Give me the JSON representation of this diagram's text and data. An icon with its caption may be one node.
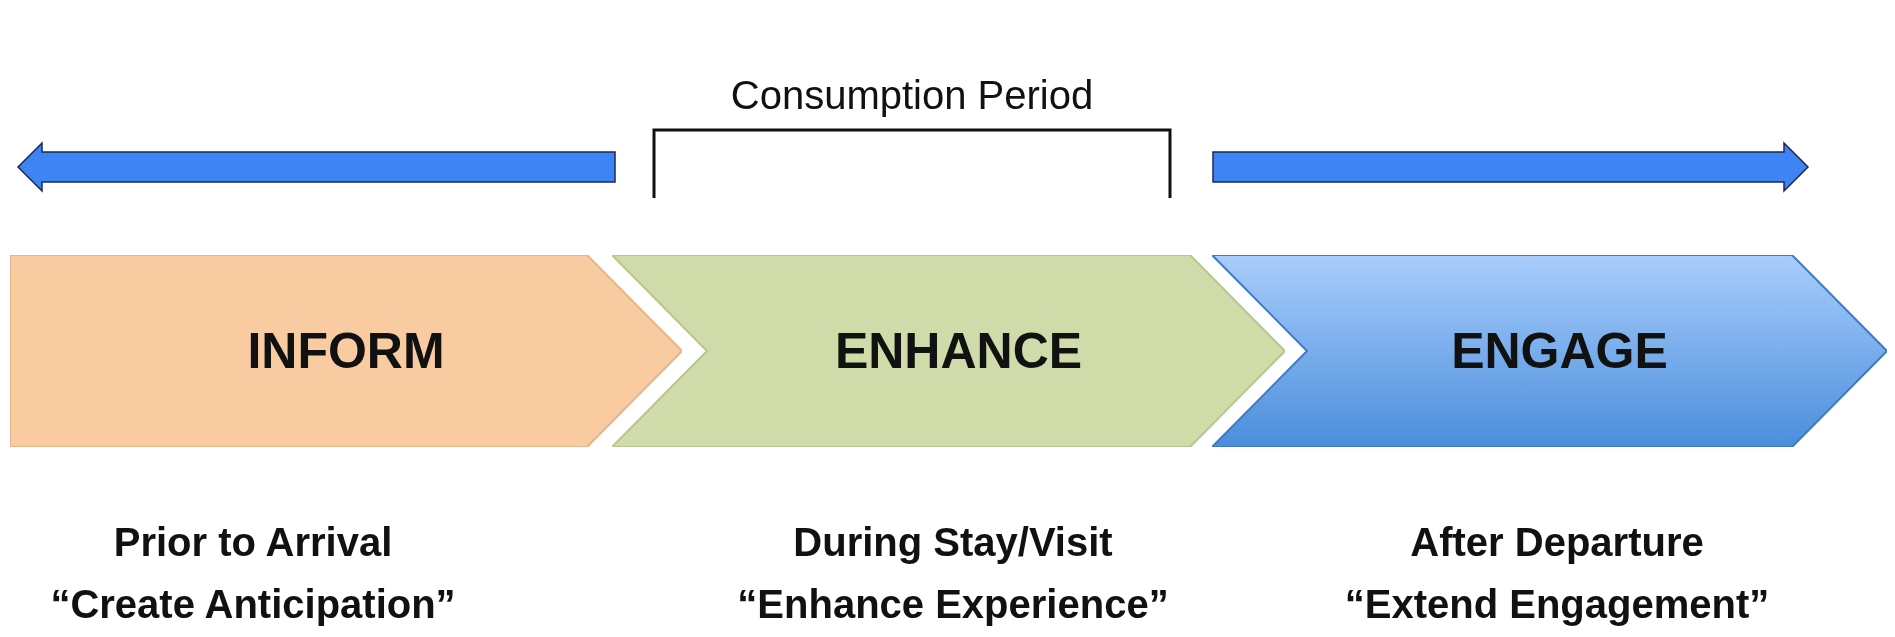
{
  "diagram": {
    "nodes": [
      {
        "text": [
          "INFORM"
        ],
        "beside": [
          "Prior to Arrival",
          "“Create Anticipation”"
        ]
      },
      {
        "text": [
          "ENHANCE"
        ],
        "beside": [
          "During Stay/Visit",
          "“Enhance Experience”"
        ]
      },
      {
        "text": [
          "ENGAGE"
        ],
        "beside": [
          "After Departure",
          "“Extend Engagement”"
        ]
      }
    ],
    "labels": [
      "Consumption Period"
    ]
  }
}
